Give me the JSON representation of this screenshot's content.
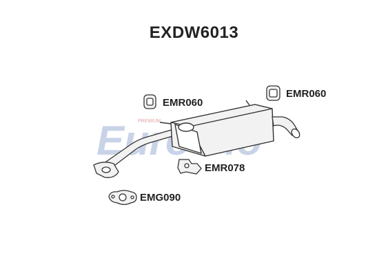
{
  "diagram": {
    "title": "EXDW6013",
    "watermark": "EuroFlo",
    "watermark_small": "PREMIUM",
    "parts": [
      {
        "code": "EMR060",
        "kind": "rubber-hanger"
      },
      {
        "code": "EMR060",
        "kind": "rubber-hanger"
      },
      {
        "code": "EMR078",
        "kind": "mounting-bracket"
      },
      {
        "code": "EMG090",
        "kind": "flange-gasket"
      }
    ]
  },
  "colors": {
    "outline": "#333333",
    "part_fill": "#f2f2f2",
    "watermark_blue": "#c9d3e8",
    "watermark_red": "#f0c8c8"
  }
}
